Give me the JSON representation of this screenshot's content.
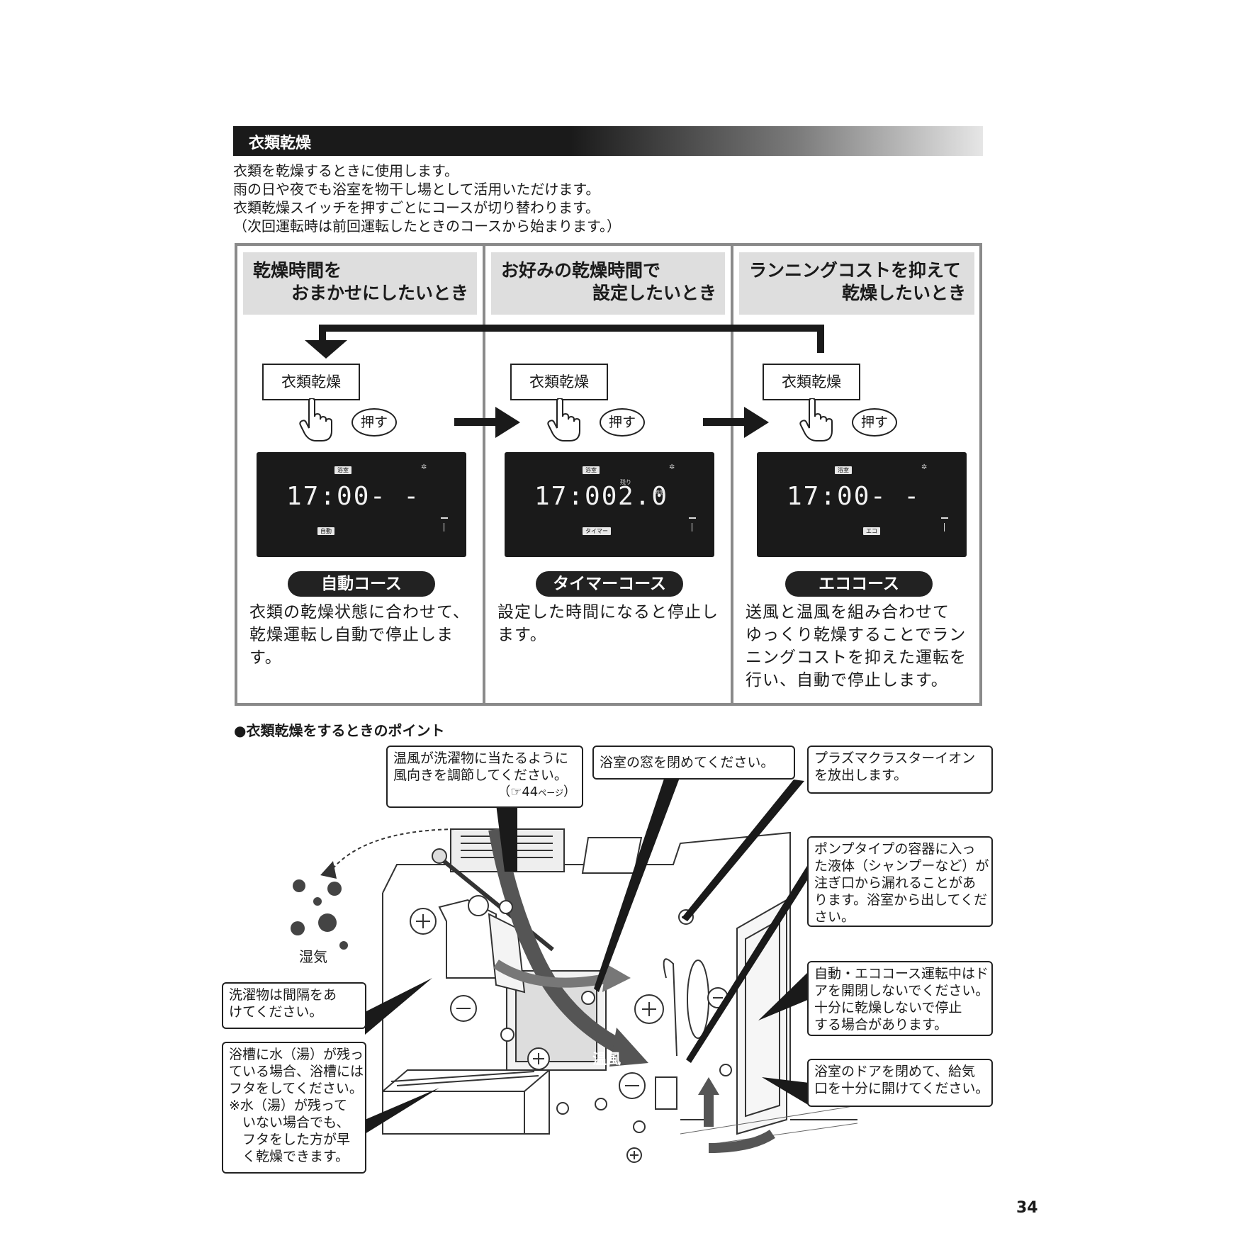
{
  "section_title": "衣類乾燥",
  "intro": [
    "衣類を乾燥するときに使用します。",
    "雨の日や夜でも浴室を物干し場として活用いただけます。",
    "衣類乾燥スイッチを押すごとにコースが切り替わります。",
    "（次回運転時は前回運転したときのコースから始まります。）"
  ],
  "columns": [
    {
      "heading_1": "乾燥時間を",
      "heading_2": "おまかせにしたいとき",
      "button": "衣類乾燥",
      "press": "押す",
      "lcd": {
        "room": "浴室",
        "time": "17:00",
        "value": "- -",
        "remain": "",
        "unit": "",
        "mode": "自動"
      },
      "course": "自動コース",
      "desc": [
        "衣類の乾燥状態に合わせて、",
        "乾燥運転し自動で停止しま",
        "す。"
      ]
    },
    {
      "heading_1": "お好みの乾燥時間で",
      "heading_2": "設定したいとき",
      "button": "衣類乾燥",
      "press": "押す",
      "lcd": {
        "room": "浴室",
        "time": "17:00",
        "value": "2.0",
        "remain": "残り",
        "unit": "時間",
        "mode": "タイマー"
      },
      "course": "タイマーコース",
      "desc": [
        "設定した時間になると停止し",
        "ます。"
      ]
    },
    {
      "heading_1": "ランニングコストを抑えて",
      "heading_2": "乾燥したいとき",
      "button": "衣類乾燥",
      "press": "押す",
      "lcd": {
        "room": "浴室",
        "time": "17:00",
        "value": "- -",
        "remain": "",
        "unit": "",
        "mode": "エコ"
      },
      "course": "エココース",
      "desc": [
        "送風と温風を組み合わせて",
        "ゆっくり乾燥することでラン",
        "ニングコストを抑えた運転を",
        "行い、自動で停止します。"
      ]
    }
  ],
  "points_title": "●衣類乾燥をするときのポイント",
  "callouts": {
    "wind": [
      "温風が洗濯物に当たるように",
      "風向きを調節してください。"
    ],
    "wind_ref_open": "（",
    "wind_ref_page": "44",
    "wind_ref_unit": "ページ",
    "wind_ref_close": "）",
    "window": "浴室の窓を閉めてください。",
    "plasma": [
      "プラズマクラスターイオン",
      "を放出します。"
    ],
    "pump": [
      "ポンプタイプの容器に入っ",
      "た液体（シャンプーなど）が",
      "注ぎ口から漏れることがあ",
      "ります。浴室から出してくだ",
      "さい。"
    ],
    "door_open": [
      "自動・エココース運転中はド",
      "アを開閉しないでください。",
      "十分に乾燥しないで停止",
      "する場合があります。"
    ],
    "door_close": [
      "浴室のドアを閉めて、給気",
      "口を十分に開けてください。"
    ],
    "laundry": [
      "洗濯物は間隔をあ",
      "けてください。"
    ],
    "tub": [
      "浴槽に水（湯）が残っ",
      "ている場合、浴槽には",
      "フタをしてください。",
      "※水（湯）が残って",
      "　いない場合でも、",
      "　フタをした方が早",
      "　く乾燥できます。"
    ]
  },
  "labels": {
    "humidity": "湿気",
    "warm_air": "温風"
  },
  "page_number": "34"
}
